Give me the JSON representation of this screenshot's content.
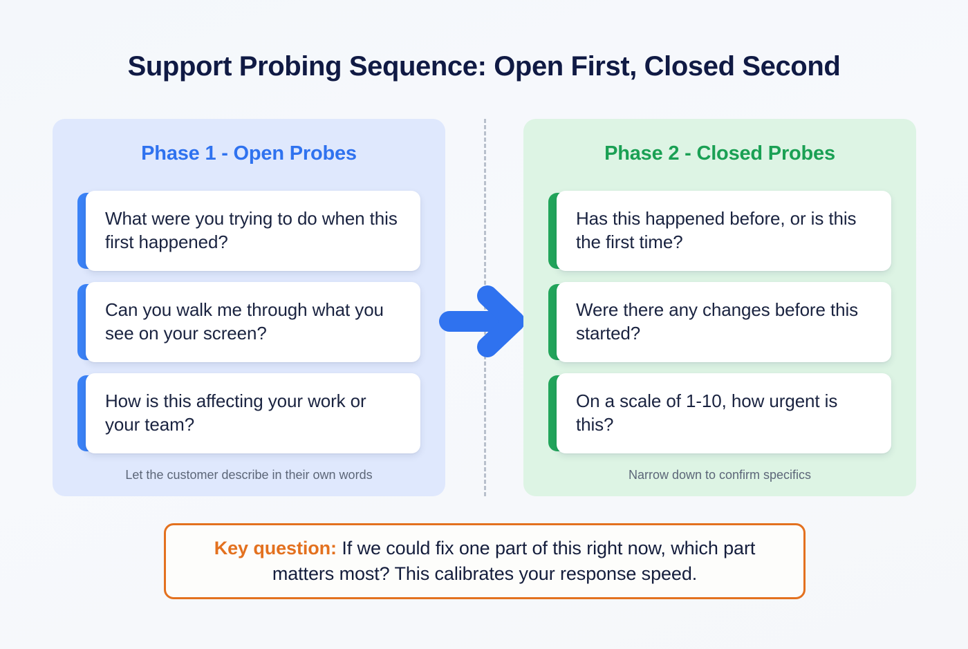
{
  "title": "Support Probing Sequence: Open First, Closed Second",
  "colors": {
    "background": "#f5f8fc",
    "title": "#101a44",
    "phase1_accent": "#3b82f6",
    "phase1_panel": "#dfe8fd",
    "phase1_heading": "#2f72ef",
    "phase2_accent": "#22a55b",
    "phase2_panel": "#ddf4e4",
    "phase2_heading": "#1aa054",
    "arrow": "#2f72ef",
    "callout_border": "#e3711f",
    "callout_label": "#e3711f",
    "note_text": "#5c6678",
    "card_text": "#1a2340",
    "divider": "#b8c0cc"
  },
  "phases": [
    {
      "heading": "Phase 1 - Open Probes",
      "note": "Let the customer describe in their own words",
      "cards": [
        "What were you trying to do when this first happened?",
        "Can you walk me through what you see on your screen?",
        "How is this affecting your work or your team?"
      ]
    },
    {
      "heading": "Phase 2 - Closed Probes",
      "note": "Narrow down to confirm specifics",
      "cards": [
        "Has this happened before, or is this the first time?",
        "Were there any changes before this started?",
        "On a scale of 1-10, how urgent is this?"
      ]
    }
  ],
  "arrow": {
    "icon": "arrow-right-icon"
  },
  "divider": {
    "icon": "vertical-dashed-divider"
  },
  "callout": {
    "label": "Key question:",
    "body": " If we could fix one part of this right now, which part matters most? This calibrates your response speed."
  }
}
